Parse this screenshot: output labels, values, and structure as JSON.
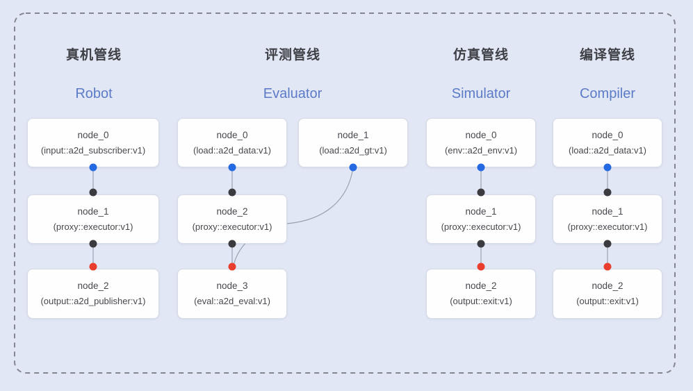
{
  "figure": {
    "type": "pipeline-diagram"
  },
  "colors": {
    "background": "#e2e7f5",
    "frame_dash": "#82878f",
    "box_fill": "#fefeff",
    "box_border": "#d7dbe5",
    "edge_line": "#9aa2b3",
    "title_zh": "#3f4046",
    "title_en": "#5c7bc7",
    "node_text": "#47484d",
    "port_blue": "#2469e2",
    "port_dark": "#3b3b3f",
    "port_red": "#e93d2e"
  },
  "pipelines": [
    {
      "id": "robot",
      "title_zh": "真机管线",
      "title_en": "Robot",
      "nodes": [
        {
          "title": "node_0",
          "subtitle": "(input::a2d_subscriber:v1)",
          "top_port": null,
          "bottom_port": "blue"
        },
        {
          "title": "node_1",
          "subtitle": "(proxy::executor:v1)",
          "top_port": "dark",
          "bottom_port": "dark"
        },
        {
          "title": "node_2",
          "subtitle": "(output::a2d_publisher:v1)",
          "top_port": "red",
          "bottom_port": null
        }
      ],
      "edges": [
        {
          "from": 0,
          "to": 1,
          "style": "straight"
        },
        {
          "from": 1,
          "to": 2,
          "style": "straight"
        }
      ]
    },
    {
      "id": "evaluator",
      "title_zh": "评测管线",
      "title_en": "Evaluator",
      "nodes": [
        {
          "title": "node_0",
          "subtitle": "(load::a2d_data:v1)",
          "top_port": null,
          "bottom_port": "blue"
        },
        {
          "title": "node_1",
          "subtitle": "(load::a2d_gt:v1)",
          "top_port": null,
          "bottom_port": "blue"
        },
        {
          "title": "node_2",
          "subtitle": "(proxy::executor:v1)",
          "top_port": "dark",
          "bottom_port": "dark"
        },
        {
          "title": "node_3",
          "subtitle": "(eval::a2d_eval:v1)",
          "top_port": "red",
          "bottom_port": null
        }
      ],
      "edges": [
        {
          "from": 0,
          "to": 2,
          "style": "straight"
        },
        {
          "from": 2,
          "to": 3,
          "style": "straight"
        },
        {
          "from": 1,
          "to": 3,
          "style": "curved"
        }
      ]
    },
    {
      "id": "simulator",
      "title_zh": "仿真管线",
      "title_en": "Simulator",
      "nodes": [
        {
          "title": "node_0",
          "subtitle": "(env::a2d_env:v1)",
          "top_port": null,
          "bottom_port": "blue"
        },
        {
          "title": "node_1",
          "subtitle": "(proxy::executor:v1)",
          "top_port": "dark",
          "bottom_port": "dark"
        },
        {
          "title": "node_2",
          "subtitle": "(output::exit:v1)",
          "top_port": "red",
          "bottom_port": null
        }
      ],
      "edges": [
        {
          "from": 0,
          "to": 1,
          "style": "straight"
        },
        {
          "from": 1,
          "to": 2,
          "style": "straight"
        }
      ]
    },
    {
      "id": "compiler",
      "title_zh": "编译管线",
      "title_en": "Compiler",
      "nodes": [
        {
          "title": "node_0",
          "subtitle": "(load::a2d_data:v1)",
          "top_port": null,
          "bottom_port": "blue"
        },
        {
          "title": "node_1",
          "subtitle": "(proxy::executor:v1)",
          "top_port": "dark",
          "bottom_port": "dark"
        },
        {
          "title": "node_2",
          "subtitle": "(output::exit:v1)",
          "top_port": "red",
          "bottom_port": null
        }
      ],
      "edges": [
        {
          "from": 0,
          "to": 1,
          "style": "straight"
        },
        {
          "from": 1,
          "to": 2,
          "style": "straight"
        }
      ]
    }
  ]
}
